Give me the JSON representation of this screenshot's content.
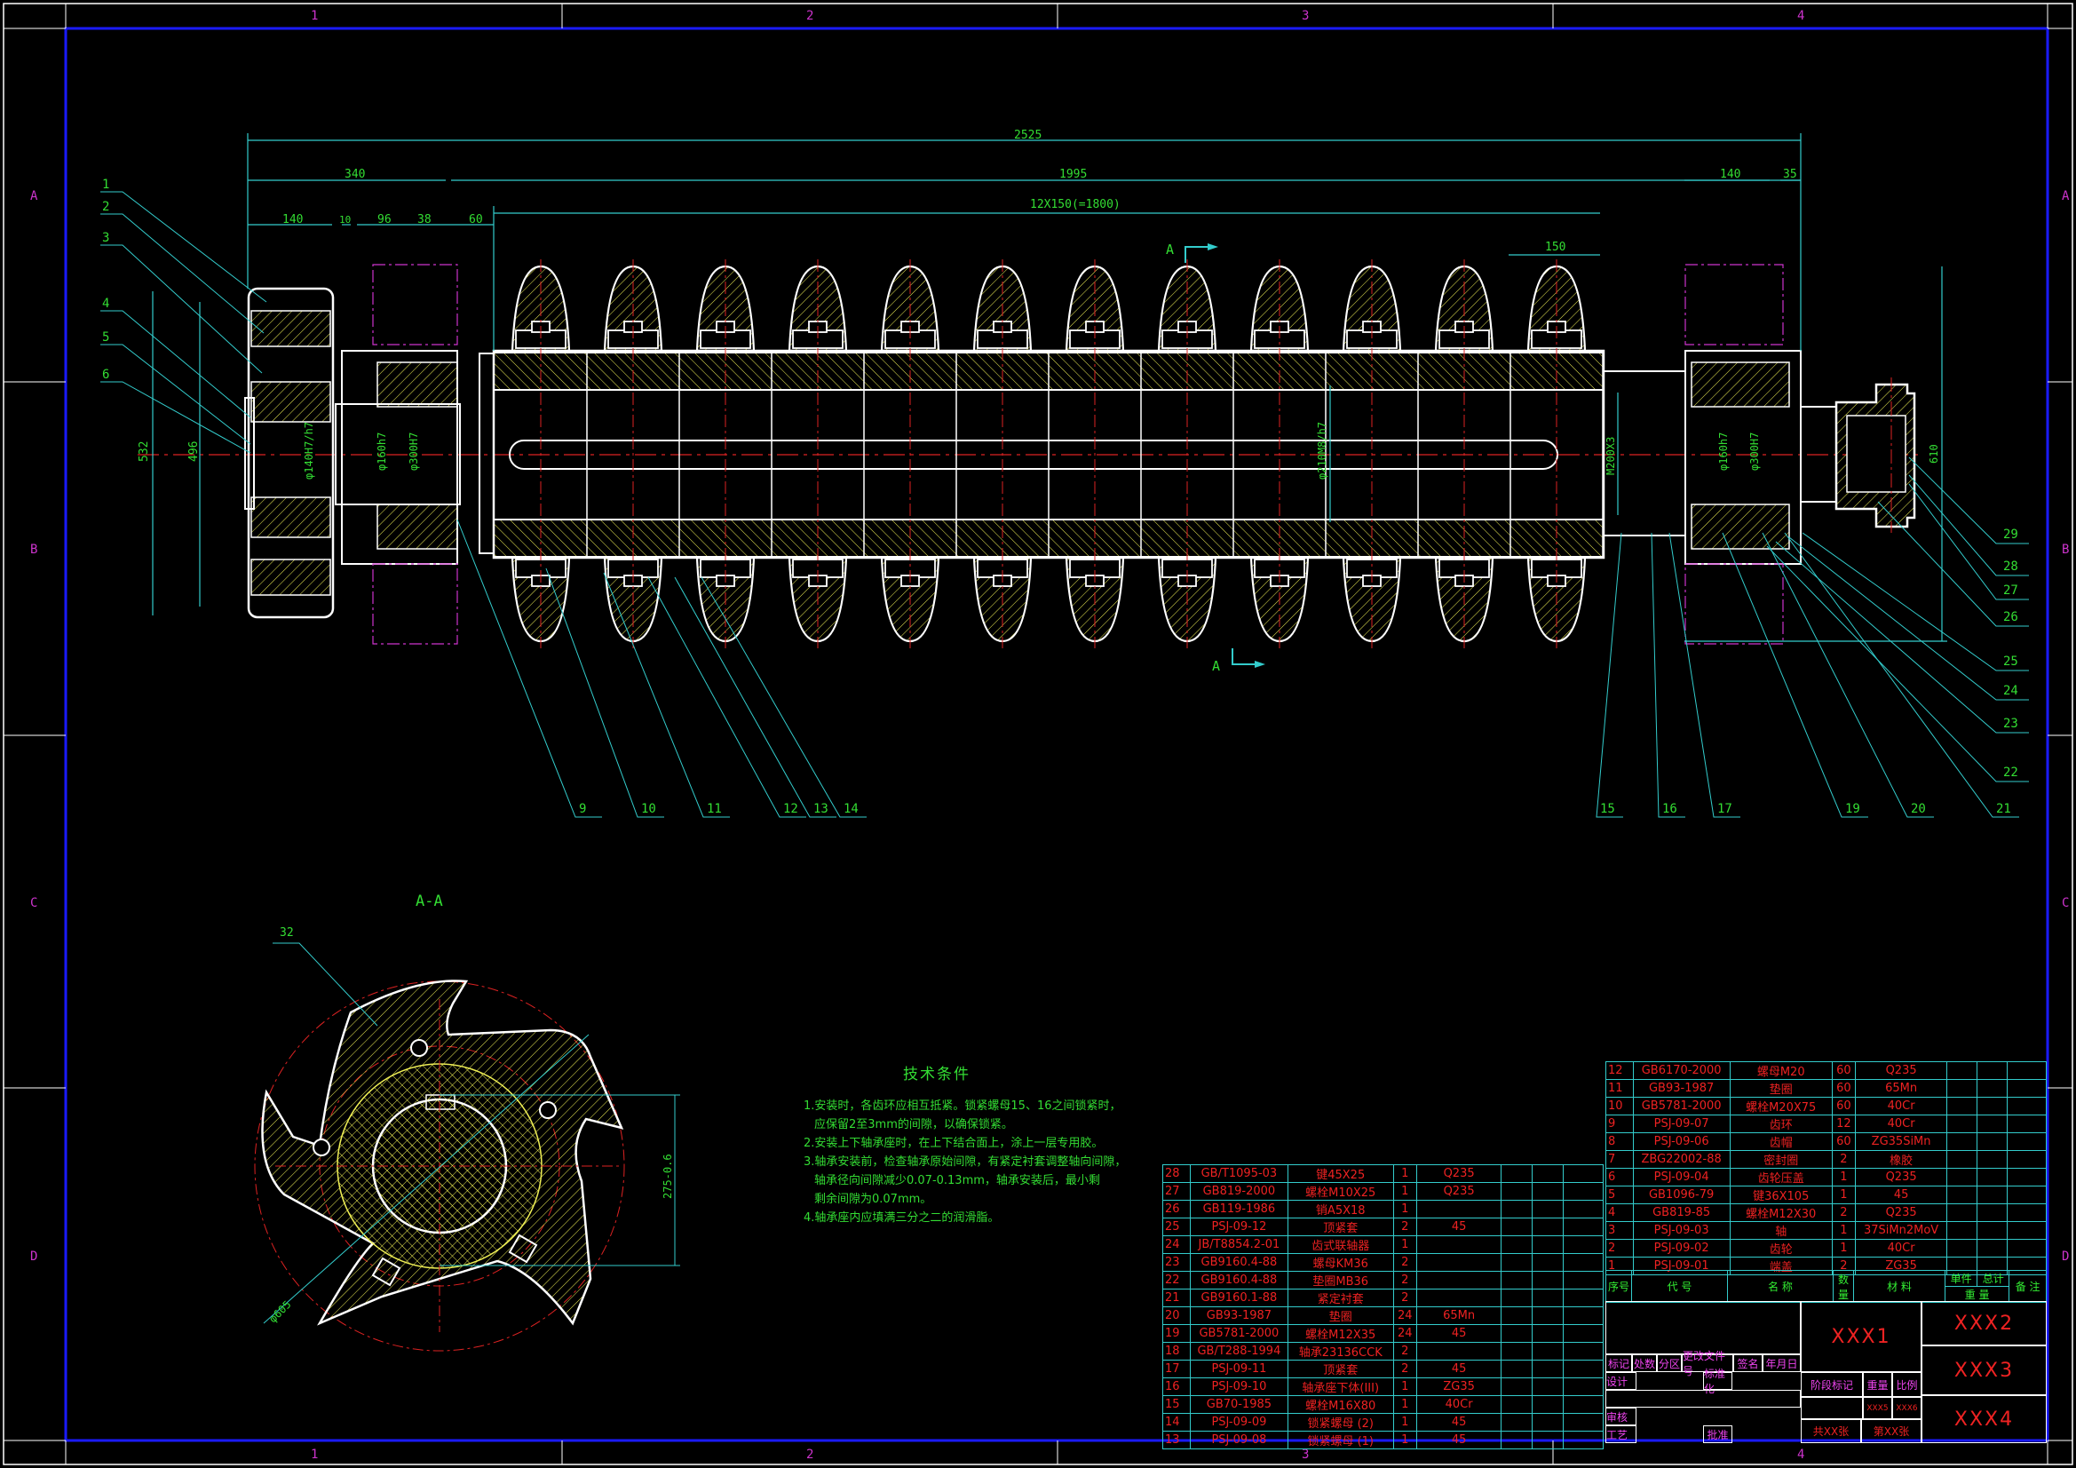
{
  "drawing": {
    "frame": {
      "columns": [
        "1",
        "2",
        "3",
        "4"
      ],
      "rows": [
        "A",
        "B",
        "C",
        "D"
      ]
    },
    "main_view": {
      "dimensions": {
        "overall_length": "2525",
        "left_end": "340",
        "body_length": "1995",
        "teeth_span": "12X150(=1800)",
        "left_segments": [
          "140",
          "10",
          "96",
          "38",
          "60"
        ],
        "tooth_pitch": "150",
        "right_140": "140",
        "right_35": "35",
        "gear_od": "532",
        "gear_pitch": "496",
        "fit_gear": "φ140H7/h7",
        "fit_bearing_inner_left": "φ160h7",
        "fit_bearing_outer_left": "φ300H7",
        "fit_shaft": "φ210M8/h7",
        "thread": "M200X3",
        "fit_bearing_inner_right": "φ160h7",
        "fit_bearing_outer_right": "φ300H7",
        "coupling_height": "610"
      },
      "section_mark": "A",
      "teeth_count": 12,
      "balloons_left": [
        "1",
        "2",
        "3",
        "4",
        "5",
        "6"
      ],
      "balloons_bottom": [
        "9",
        "10",
        "11",
        "12",
        "13",
        "14",
        "15",
        "16",
        "17",
        "19",
        "20",
        "21"
      ],
      "balloons_right": [
        "29",
        "28",
        "27",
        "26",
        "25",
        "24",
        "23",
        "22"
      ]
    },
    "section_view": {
      "title": "A-A",
      "balloon": "32",
      "diameter": "φ605",
      "height_dim": "275-0.6"
    }
  },
  "technical_conditions": {
    "title": "技术条件",
    "items": [
      "1.安装时，各齿环应相互抵紧。锁紧螺母15、16之间锁紧时，",
      "应保留2至3mm的间隙，以确保锁紧。",
      "2.安装上下轴承座时，在上下结合面上，涂上一层专用胶。",
      "3.轴承安装前，检查轴承原始间隙，有紧定衬套调整轴向间隙，",
      "轴承径向间隙减少0.07-0.13mm，轴承安装后，最小剩",
      "剩余间隙为0.07mm。",
      "4.轴承座内应填满三分之二的润滑脂。"
    ]
  },
  "bom_right": [
    {
      "no": "12",
      "code": "GB6170-2000",
      "name": "螺母M20",
      "qty": "60",
      "material": "Q235"
    },
    {
      "no": "11",
      "code": "GB93-1987",
      "name": "垫圈",
      "qty": "60",
      "material": "65Mn"
    },
    {
      "no": "10",
      "code": "GB5781-2000",
      "name": "螺栓M20X75",
      "qty": "60",
      "material": "40Cr"
    },
    {
      "no": "9",
      "code": "PSJ-09-07",
      "name": "齿环",
      "qty": "12",
      "material": "40Cr"
    },
    {
      "no": "8",
      "code": "PSJ-09-06",
      "name": "齿帽",
      "qty": "60",
      "material": "ZG35SiMn"
    },
    {
      "no": "7",
      "code": "ZBG22002-88",
      "name": "密封圈",
      "qty": "2",
      "material": "橡胶"
    },
    {
      "no": "6",
      "code": "PSJ-09-04",
      "name": "齿轮压盖",
      "qty": "1",
      "material": "Q235"
    },
    {
      "no": "5",
      "code": "GB1096-79",
      "name": "键36X105",
      "qty": "1",
      "material": "45"
    },
    {
      "no": "4",
      "code": "GB819-85",
      "name": "螺栓M12X30",
      "qty": "2",
      "material": "Q235"
    },
    {
      "no": "3",
      "code": "PSJ-09-03",
      "name": "轴",
      "qty": "1",
      "material": "37SiMn2MoV"
    },
    {
      "no": "2",
      "code": "PSJ-09-02",
      "name": "齿轮",
      "qty": "1",
      "material": "40Cr"
    },
    {
      "no": "1",
      "code": "PSJ-09-01",
      "name": "端盖",
      "qty": "2",
      "material": "ZG35"
    }
  ],
  "bom_left": [
    {
      "no": "28",
      "code": "GB/T1095-03",
      "name": "键45X25",
      "qty": "1",
      "material": "Q235"
    },
    {
      "no": "27",
      "code": "GB819-2000",
      "name": "螺栓M10X25",
      "qty": "1",
      "material": "Q235"
    },
    {
      "no": "26",
      "code": "GB119-1986",
      "name": "销A5X18",
      "qty": "1",
      "material": ""
    },
    {
      "no": "25",
      "code": "PSJ-09-12",
      "name": "顶紧套",
      "qty": "2",
      "material": "45"
    },
    {
      "no": "24",
      "code": "JB/T8854.2-01",
      "name": "齿式联轴器",
      "qty": "1",
      "material": ""
    },
    {
      "no": "23",
      "code": "GB9160.4-88",
      "name": "螺母KM36",
      "qty": "2",
      "material": ""
    },
    {
      "no": "22",
      "code": "GB9160.4-88",
      "name": "垫圈MB36",
      "qty": "2",
      "material": ""
    },
    {
      "no": "21",
      "code": "GB9160.1-88",
      "name": "紧定衬套",
      "qty": "2",
      "material": ""
    },
    {
      "no": "20",
      "code": "GB93-1987",
      "name": "垫圈",
      "qty": "24",
      "material": "65Mn"
    },
    {
      "no": "19",
      "code": "GB5781-2000",
      "name": "螺栓M12X35",
      "qty": "24",
      "material": "45"
    },
    {
      "no": "18",
      "code": "GB/T288-1994",
      "name": "轴承23136CCK",
      "qty": "2",
      "material": ""
    },
    {
      "no": "17",
      "code": "PSJ-09-11",
      "name": "顶紧套",
      "qty": "2",
      "material": "45"
    },
    {
      "no": "16",
      "code": "PSJ-09-10",
      "name": "轴承座下体(III)",
      "qty": "1",
      "material": "ZG35"
    },
    {
      "no": "15",
      "code": "GB70-1985",
      "name": "螺栓M16X80",
      "qty": "1",
      "material": "40Cr"
    },
    {
      "no": "14",
      "code": "PSJ-09-09",
      "name": "锁紧螺母 (2)",
      "qty": "1",
      "material": "45"
    },
    {
      "no": "13",
      "code": "PSJ-09-08",
      "name": "锁紧螺母 (1)",
      "qty": "1",
      "material": "45"
    }
  ],
  "bom_header": {
    "no": "序号",
    "code": "代  号",
    "name": "名  称",
    "qty": "数量",
    "material": "材  料",
    "unit": "单件",
    "total": "总计",
    "weight": "重  量",
    "remark": "备 注"
  },
  "title_block": {
    "labels": {
      "mark": "标记",
      "count": "处数",
      "zone": "分区",
      "change_doc": "更改文件号",
      "sign": "签名",
      "date": "年月日",
      "design": "设计",
      "standard": "标准化",
      "review": "审核",
      "process": "工艺",
      "approve": "批准",
      "stage": "阶段标记",
      "weight": "重量",
      "scale": "比例"
    },
    "name": "XXX1",
    "org": "XXX2",
    "drawing_no": "XXX3",
    "extra": "XXX4",
    "weight_value": "XXX5",
    "scale_value": "XXX6",
    "sheets_total": "共XX张",
    "sheet_no": "第XX张"
  },
  "colors": {
    "frame": "#1a1aff",
    "outline": "#ffffff",
    "dimension": "#33cccc",
    "text_green": "#33dd33",
    "center_red": "#dd2222",
    "hatch": "#eeee55",
    "phantom": "#cc33cc",
    "label_magenta": "#ee44ee"
  }
}
